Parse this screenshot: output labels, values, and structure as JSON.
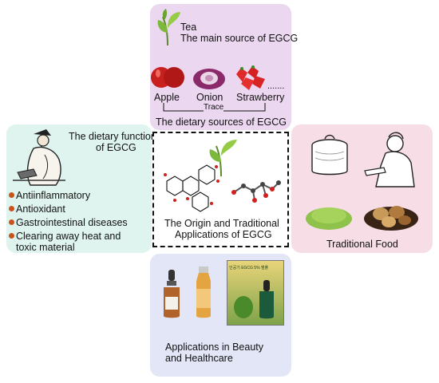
{
  "top": {
    "tea_line1": "Tea",
    "tea_line2": "The main source of EGCG",
    "foods": [
      "Apple",
      "Onion",
      "Strawberry"
    ],
    "more": ".......",
    "trace": "Trace",
    "caption": "The dietary sources of EGCG"
  },
  "left": {
    "title_line1": "The dietary function",
    "title_line2": "of EGCG",
    "functions": [
      "Antiinflammatory",
      "Antioxidant",
      "Gastrointestinal diseases",
      "Clearing away heat and"
    ],
    "functions_cont": "toxic material"
  },
  "center": {
    "caption_line1": "The Origin and Traditional",
    "caption_line2": "Applications of EGCG"
  },
  "right": {
    "caption": "Traditional Food"
  },
  "bottom": {
    "product_label_top": "인공기 EGCG 5% 앰플",
    "caption_line1": "Applications in Beauty",
    "caption_line2": "and Healthcare"
  }
}
